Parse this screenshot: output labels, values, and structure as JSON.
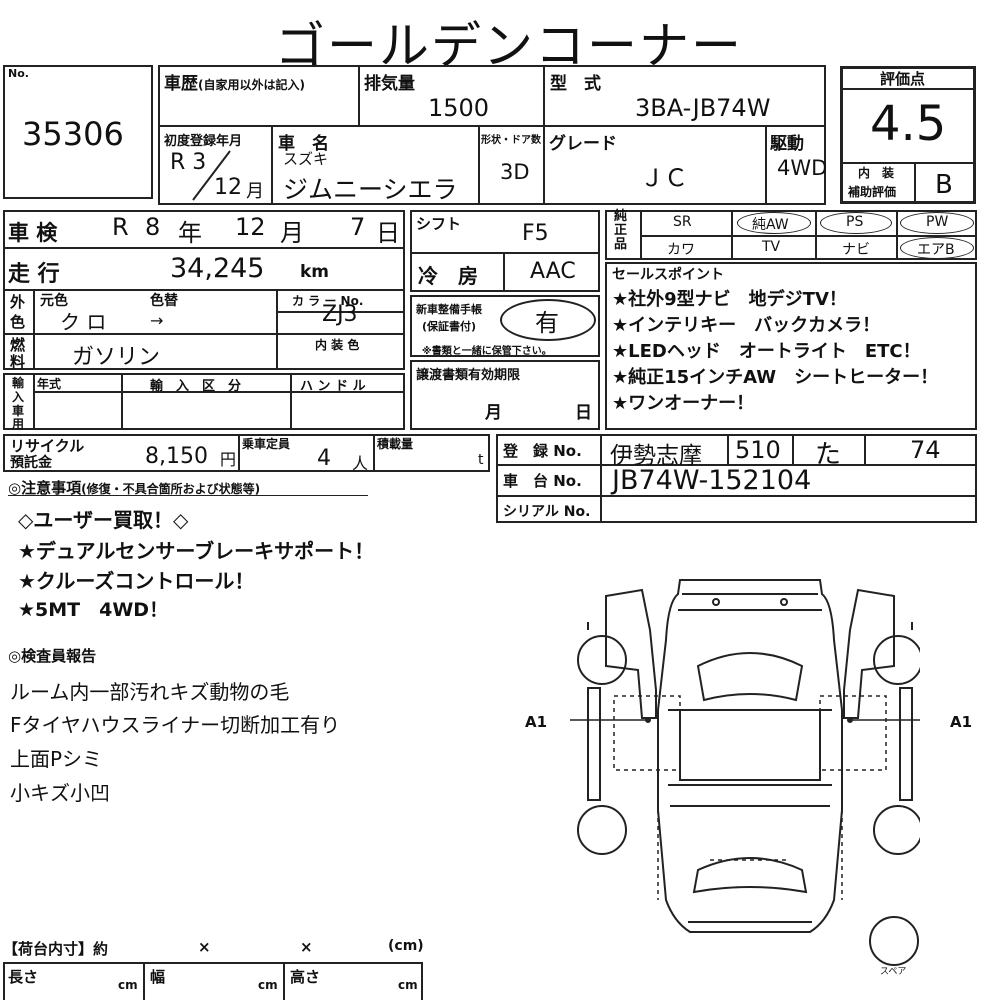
{
  "title": "ゴールデンコーナー",
  "lot": {
    "label": "No.",
    "number": "35306"
  },
  "history": {
    "label": "車歴",
    "sub": "(自家用以外は記入)"
  },
  "displacement": {
    "label": "排気量",
    "value": "1500"
  },
  "model": {
    "label": "型　式",
    "value": "3BA-JB74W"
  },
  "score": {
    "label": "評価点",
    "value": "4.5",
    "interior_label_1": "内　装",
    "interior_label_2": "補助評価",
    "interior_value": "B"
  },
  "first_reg": {
    "label": "初度登録年月",
    "year": "R 3",
    "month": "12",
    "month_unit": "月"
  },
  "car_name": {
    "label": "車　名",
    "maker": "スズキ",
    "name": "ジムニーシエラ"
  },
  "shape": {
    "label": "形状・ドア数",
    "value": "3D"
  },
  "grade": {
    "label": "グレード",
    "value": "ＪＣ"
  },
  "drive": {
    "label": "駆動",
    "value": "4WD"
  },
  "inspection": {
    "label": "車 検",
    "era": "R",
    "year": "8",
    "year_unit": "年",
    "month": "12",
    "month_unit": "月",
    "day": "7",
    "day_unit": "日"
  },
  "shift": {
    "label": "シフト",
    "value": "F5"
  },
  "mileage": {
    "label": "走 行",
    "value": "34,245",
    "unit": "km"
  },
  "ac": {
    "label": "冷　房",
    "value": "AAC"
  },
  "color": {
    "side_1": "外",
    "side_2": "色",
    "orig_label": "元色",
    "change_label": "色替",
    "orig": "ク ロ",
    "arrow": "→",
    "code_label": "カ ラ ー No.",
    "code": "ZJ3",
    "interior_label": "内 装 色"
  },
  "fuel": {
    "label_1": "燃",
    "label_2": "料",
    "value": "ガソリン"
  },
  "manual": {
    "label_1": "新車整備手帳",
    "label_2": "(保証書付)",
    "value": "有",
    "note": "※書類と一緒に保管下さい。"
  },
  "import": {
    "side_1": "輸",
    "side_2": "入",
    "side_3": "車",
    "side_4": "用",
    "year_label": "年式",
    "class_label": "輸　入　区　分",
    "handle_label": "ハ ン ド ル"
  },
  "transfer": {
    "label": "譲渡書類有効期限",
    "month_unit": "月",
    "day_unit": "日"
  },
  "equipment": {
    "side": "純正品",
    "row1": [
      "SR",
      "純AW",
      "PS",
      "PW"
    ],
    "row2": [
      "カワ",
      "TV",
      "ナビ",
      "エアB"
    ]
  },
  "sales": {
    "label": "セールスポイント",
    "lines": [
      "★社外9型ナビ　地デジTV！",
      "★インテリキー　バックカメラ！",
      "★LEDヘッド　オートライト　ETC！",
      "★純正15インチAW　シートヒーター！",
      "★ワンオーナー！"
    ]
  },
  "recycle": {
    "label_1": "リサイクル",
    "label_2": "預託金",
    "value": "8,150",
    "unit": "円"
  },
  "capacity": {
    "label": "乗車定員",
    "value": "4",
    "unit": "人"
  },
  "load": {
    "label": "積載量",
    "unit": "t"
  },
  "registration": {
    "label": "登　録 No.",
    "area": "伊勢志摩",
    "class_no": "510",
    "kana": "た",
    "number": "74"
  },
  "chassis": {
    "label": "車　台 No.",
    "value": "JB74W-152104"
  },
  "serial": {
    "label": "シリアル No."
  },
  "notes": {
    "label": "◎注意事項",
    "sub": "(修復・不具合箇所および状態等)",
    "lines": [
      "◇ユーザー買取！◇",
      "★デュアルセンサーブレーキサポート！",
      "★クルーズコントロール！",
      "★5MT　4WD！"
    ]
  },
  "inspector": {
    "label": "◎検査員報告",
    "lines": [
      "ルーム内一部汚れキズ動物の毛",
      "Fタイヤハウスライナー切断加工有り",
      "上面Pシミ",
      "小キズ小凹"
    ]
  },
  "diagram": {
    "mark_left": "A1",
    "mark_right": "A1",
    "spare_label": "スペア"
  },
  "cargo": {
    "label": "【荷台内寸】約",
    "x1": "×",
    "x2": "×",
    "unit": "(cm)",
    "length": "長さ",
    "width": "幅",
    "height": "高さ",
    "cm": "cm"
  }
}
